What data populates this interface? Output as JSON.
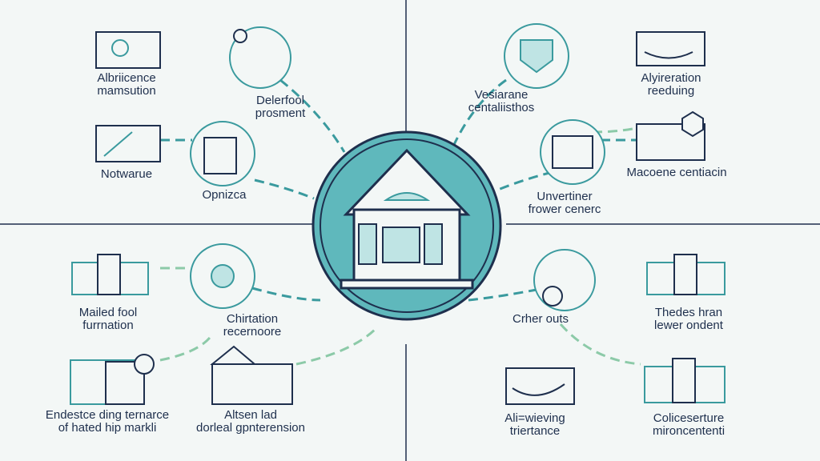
{
  "colors": {
    "teal": "#5fb8bc",
    "navy": "#1e2f4d",
    "background": "#f3f7f6",
    "line": "#3a9a9e"
  },
  "center": {
    "icon": "house-icon"
  },
  "nodes": [
    {
      "lines": [
        "Albriicence",
        "mamsution"
      ],
      "icon": "monitor-icon"
    },
    {
      "lines": [
        "Delerfool",
        "prosment"
      ],
      "icon": "globe-hand-icon"
    },
    {
      "lines": [
        "Notwarue"
      ],
      "icon": "tablet-icon"
    },
    {
      "lines": [
        "Opnizca"
      ],
      "icon": "document-circle-icon"
    },
    {
      "lines": [
        "Vesiarane",
        "centaliisthos"
      ],
      "icon": "shield-circle-icon"
    },
    {
      "lines": [
        "Alyireration",
        "reeduing"
      ],
      "icon": "monitor-icon"
    },
    {
      "lines": [
        "Macoene centiacin"
      ],
      "icon": "monitor-badge-icon"
    },
    {
      "lines": [
        "Unvertiner",
        "frower cenerc"
      ],
      "icon": "shield-circle-icon"
    },
    {
      "lines": [
        "Mailed fool",
        "furrnation"
      ],
      "icon": "storefront-icon"
    },
    {
      "lines": [
        "Chirtation",
        "recernoore"
      ],
      "icon": "globe-hand-icon"
    },
    {
      "lines": [
        "Endestce ding ternarce",
        "of hated hip markli"
      ],
      "icon": "dashboard-icon"
    },
    {
      "lines": [
        "Altsen lad",
        "dorleal gpnterension"
      ],
      "icon": "house-outline-icon"
    },
    {
      "lines": [
        "Crher outs"
      ],
      "icon": "globe-hand-icon"
    },
    {
      "lines": [
        "Thedes hran",
        "lewer ondent"
      ],
      "icon": "storefront-icon"
    },
    {
      "lines": [
        "Ali=wieving",
        "triertance"
      ],
      "icon": "monitor-icon"
    },
    {
      "lines": [
        "Coliceserture",
        "mironcententi"
      ],
      "icon": "storefront-icon"
    }
  ]
}
